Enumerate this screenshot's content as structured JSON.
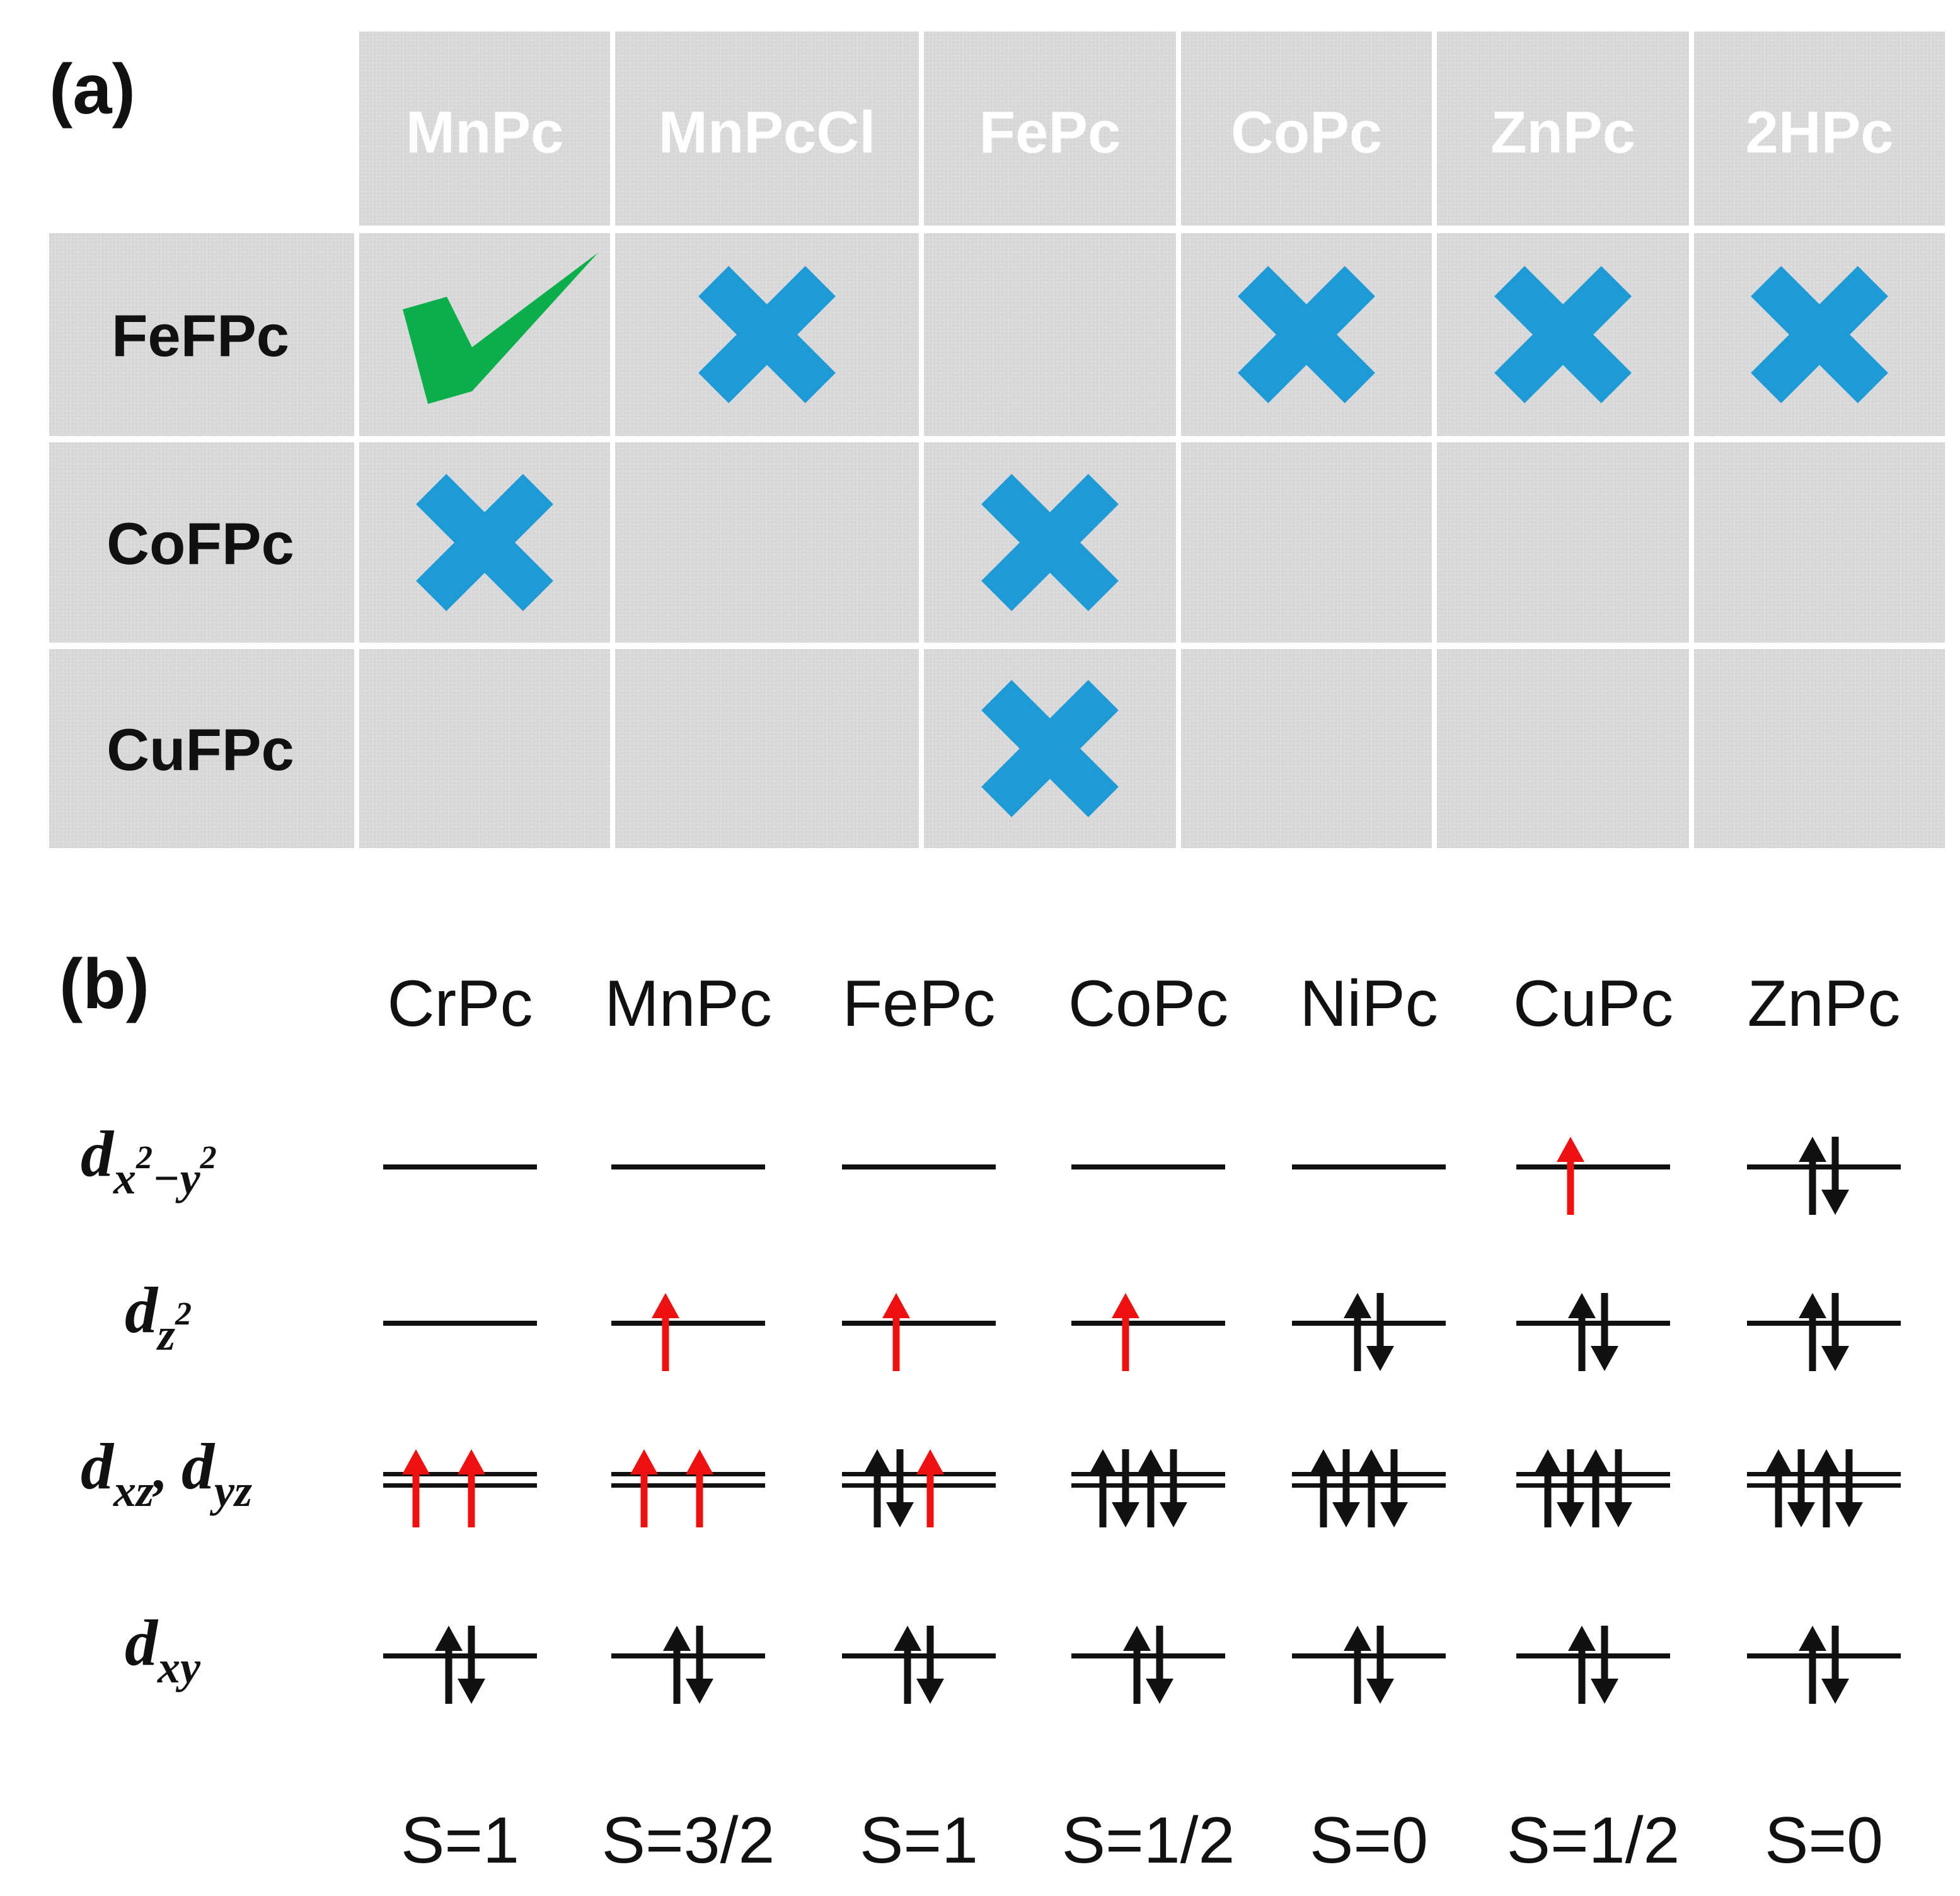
{
  "panel_a": {
    "label": "(a)",
    "columns": [
      "MnPc",
      "MnPcCl",
      "FePc",
      "CoPc",
      "ZnPc",
      "2HPc"
    ],
    "rows": [
      {
        "label": "FeFPc",
        "cells": [
          "check",
          "cross",
          "",
          "cross",
          "cross",
          "cross"
        ]
      },
      {
        "label": "CoFPc",
        "cells": [
          "cross",
          "",
          "cross",
          "",
          "",
          ""
        ]
      },
      {
        "label": "CuFPc",
        "cells": [
          "",
          "",
          "cross",
          "",
          "",
          ""
        ]
      }
    ],
    "colors": {
      "cell": "#d9d9d9",
      "header_text": "#ffffff",
      "cross": "#1e9ad6",
      "check": "#0aae4a"
    }
  },
  "panel_b": {
    "label": "(b)",
    "molecules": [
      "CrPc",
      "MnPc",
      "FePc",
      "CoPc",
      "NiPc",
      "CuPc",
      "ZnPc"
    ],
    "orbitals": [
      {
        "name": "d_x2-y2",
        "base": "d",
        "sub": "x",
        "sup1": "2",
        "mid": "−y",
        "sup2": "2"
      },
      {
        "name": "d_z2",
        "base": "d",
        "sub": "z",
        "sup1": "2"
      },
      {
        "name": "d_xz,d_yz",
        "base": "d",
        "sub": "xz",
        "sep": ", ",
        "base2": "d",
        "sub2": "yz"
      },
      {
        "name": "d_xy",
        "base": "d",
        "sub": "xy"
      }
    ],
    "occupancy": {
      "d_x2-y2": [
        "0",
        "0",
        "0",
        "0",
        "0",
        "r",
        "p"
      ],
      "d_z2": [
        "0",
        "r",
        "r",
        "r",
        "p",
        "p",
        "p"
      ],
      "d_xz,d_yz": [
        "rr",
        "rr",
        "pr",
        "pp",
        "pp",
        "pp",
        "pp"
      ],
      "d_xy": [
        "p",
        "p",
        "p",
        "p",
        "p",
        "p",
        "p"
      ]
    },
    "spins": [
      "S=1",
      "S=3/2",
      "S=1",
      "S=1/2",
      "S=0",
      "S=1/2",
      "S=0"
    ],
    "colors": {
      "unpaired": "#ee1111",
      "paired": "#111111",
      "level": "#111111"
    }
  }
}
